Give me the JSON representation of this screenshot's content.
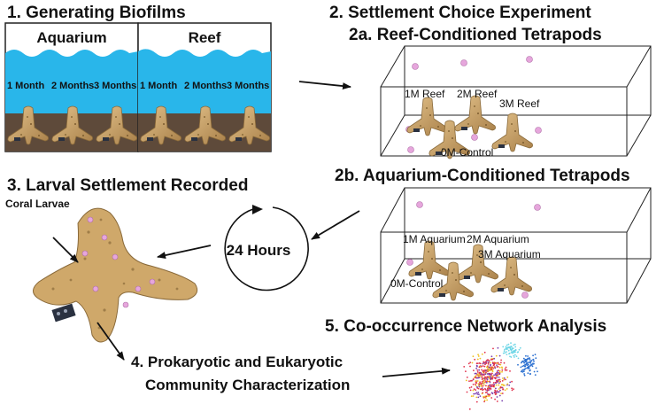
{
  "steps": {
    "s1": "1. Generating Biofilms",
    "s2": "2. Settlement Choice Experiment",
    "s2a": "2a. Reef-Conditioned Tetrapods",
    "s2b": "2b. Aquarium-Conditioned Tetrapods",
    "s3": "3. Larval Settlement Recorded",
    "s4_line1": "4. Prokaryotic and Eukaryotic",
    "s4_line2": "Community Characterization",
    "s5": "5. Co-occurrence Network Analysis"
  },
  "tank": {
    "aquarium": "Aquarium",
    "reef": "Reef",
    "aq_months": [
      "1 Month",
      "2 Months",
      "3 Months"
    ],
    "reef_months": [
      "1 Month",
      "2 Months",
      "3 Months"
    ]
  },
  "box_reef": {
    "labels": [
      "1M Reef",
      "2M Reef",
      "3M Reef",
      "0M-Control"
    ]
  },
  "box_aq": {
    "labels": [
      "1M Aquarium",
      "2M Aquarium",
      "3M Aquarium",
      "0M-Control"
    ]
  },
  "timer": {
    "label": "24 Hours"
  },
  "coral_label": "Coral Larvae",
  "colors": {
    "water": "#29b6ea",
    "sediment": "#5e4a3a",
    "tetrapod": "#cfa86a",
    "larva": "#e6a6dc",
    "network_red": "#e0304a",
    "network_yellow": "#f0c020",
    "network_blue": "#2a6fd0",
    "network_cyan": "#6fd6e6",
    "network_purple": "#7a3fb0"
  }
}
